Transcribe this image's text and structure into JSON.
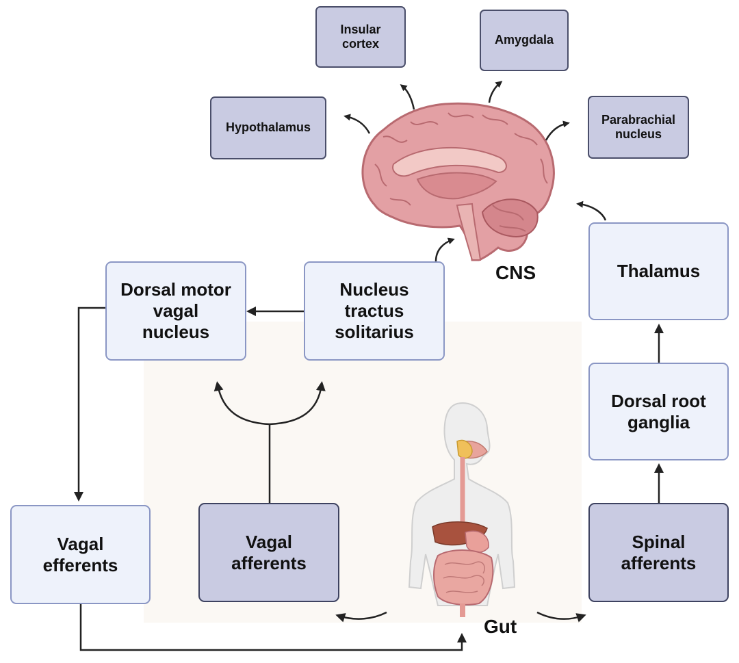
{
  "brain_regions": {
    "insular_cortex": "Insular\ncortex",
    "amygdala": "Amygdala",
    "hypothalamus": "Hypothalamus",
    "parabrachial_nucleus": "Parabrachial\nnucleus"
  },
  "nodes": {
    "dorsal_motor_vagal_nucleus": "Dorsal motor\nvagal\nnucleus",
    "nucleus_tractus_solitarius": "Nucleus\ntractus\nsolitarius",
    "thalamus": "Thalamus",
    "dorsal_root_ganglia": "Dorsal root\nganglia",
    "vagal_efferents": "Vagal\nefferents",
    "vagal_afferents": "Vagal\nafferents",
    "spinal_afferents": "Spinal\nafferents"
  },
  "labels": {
    "cns": "CNS",
    "gut": "Gut"
  },
  "icons": {
    "brain": "brain-icon",
    "human_body": "human-digestive-system-icon"
  }
}
